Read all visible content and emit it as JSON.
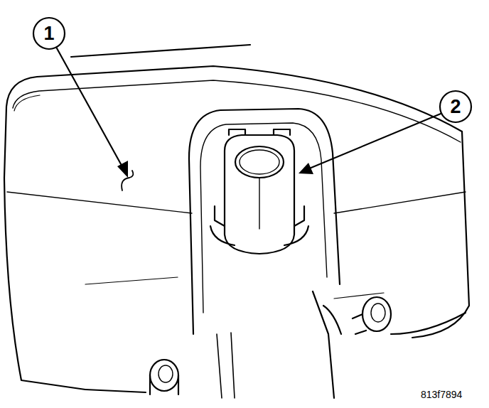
{
  "diagram": {
    "labels": [
      "1",
      "2",
      "813f7894"
    ]
  }
}
